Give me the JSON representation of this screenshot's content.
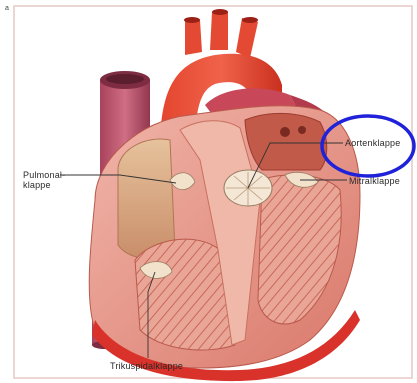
{
  "figure": {
    "panel_letter": "a",
    "labels": {
      "pulmonary_line1": "Pulmonal-",
      "pulmonary_line2": "klappe",
      "aortic": "Aortenklappe",
      "mitral": "Mitralklappe",
      "tricuspid": "Trikuspidalklappe"
    },
    "highlight": {
      "shape": "ellipse",
      "color": "#1f22d8",
      "target": "aortic"
    },
    "colors": {
      "muscle": "#e7a296",
      "muscle_dark": "#c96c5c",
      "artery": "#e2402c",
      "vein": "#b8506a",
      "chamber": "#d9b08a",
      "outline_border": "#e6c8c6"
    }
  }
}
